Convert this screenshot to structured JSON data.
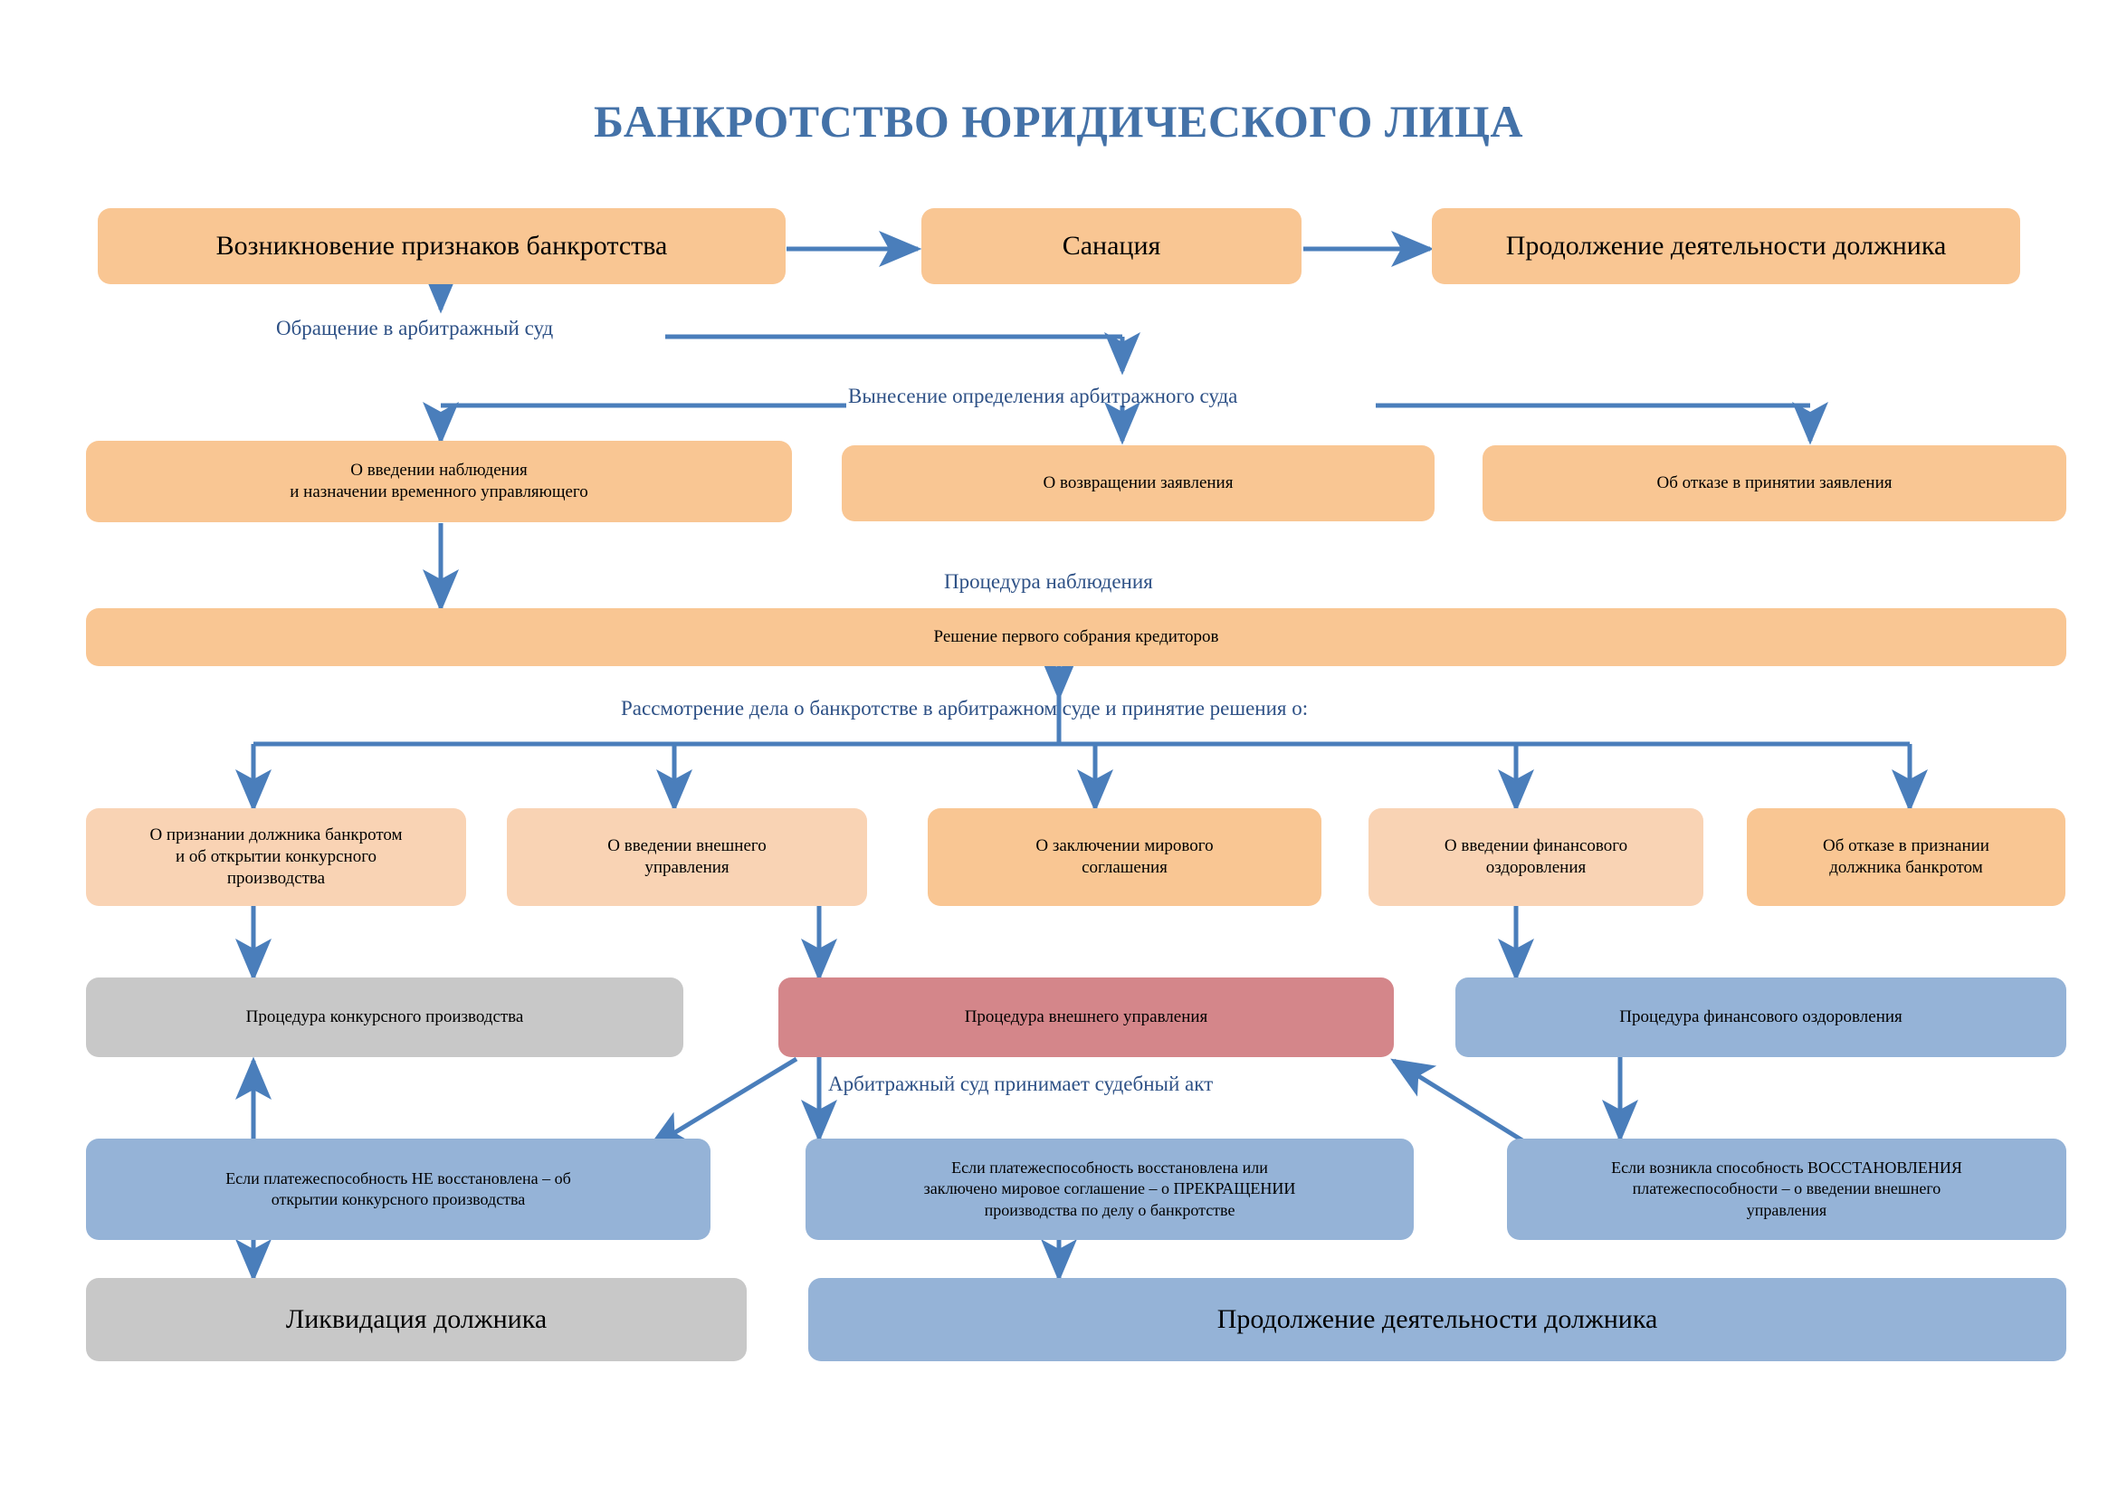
{
  "page": {
    "title": "БАНКРОТСТВО ЮРИДИЧЕСКОГО ЛИЦА",
    "language": "ru",
    "background": "#ffffff"
  },
  "colors": {
    "title_blue": "#4472A8",
    "label_blue": "#2E5186",
    "arrow_blue": "#4A7EBB",
    "orange": "#F9C693",
    "peach": "#F9D3B4",
    "gray": "#C8C8C8",
    "rose": "#D4868A",
    "blue": "#95B3D7"
  },
  "row_top": {
    "signs_box": "Возникновение признаков банкротства",
    "sanation_box": "Санация",
    "continue_box": "Продолжение деятельности должника"
  },
  "labels": {
    "court_appeal": "Обращение в арбитражный суд",
    "court_ruling": "Вынесение определения арбитражного суда",
    "observation_procedure": "Процедура наблюдения",
    "case_review": "Рассмотрение дела о банкротстве в арбитражном суде и принятие решения о:",
    "court_act": "Арбитражный суд принимает судебный акт"
  },
  "row_ruling": [
    {
      "name": "observation-appointment",
      "text": "О введении наблюдения\nи назначении временного управляющего",
      "color": "orange"
    },
    {
      "name": "return-application",
      "text": "О возвращении заявления",
      "color": "orange"
    },
    {
      "name": "refuse-acceptance",
      "text": "Об отказе в принятии заявления",
      "color": "orange"
    }
  ],
  "creditors_box": "Решение первого собрания кредиторов",
  "row_decisions": [
    {
      "name": "bankrupt-and-receivership",
      "text": "О признании должника банкротом\nи об открытии конкурсного\nпроизводства",
      "color": "peach"
    },
    {
      "name": "external-management",
      "text": "О введении внешнего\nуправления",
      "color": "peach"
    },
    {
      "name": "amicable-agreement",
      "text": "О заключении мирового\nсоглашения",
      "color": "orange"
    },
    {
      "name": "financial-rehabilitation",
      "text": "О введении финансового\nоздоровления",
      "color": "peach"
    },
    {
      "name": "refuse-bankruptcy",
      "text": "Об отказе в признании\nдолжника банкротом",
      "color": "orange"
    }
  ],
  "row_procedures": [
    {
      "name": "receivership-procedure",
      "text": "Процедура конкурсного производства",
      "color": "gray"
    },
    {
      "name": "external-management-procedure",
      "text": "Процедура внешнего управления",
      "color": "rose"
    },
    {
      "name": "financial-rehabilitation-procedure",
      "text": "Процедура финансового оздоровления",
      "color": "blue"
    }
  ],
  "row_conditions": [
    {
      "name": "solvency-not-restored",
      "text": "Если платежеспособность НЕ восстановлена – об\nоткрытии конкурсного производства",
      "color": "blue"
    },
    {
      "name": "solvency-restored",
      "text": "Если платежеспособность восстановлена или\nзаключено мировое соглашение – о ПРЕКРАЩЕНИИ\nпроизводства по делу о банкротстве",
      "color": "blue"
    },
    {
      "name": "restoration-possible",
      "text": "Если возникла способность ВОССТАНОВЛЕНИЯ\nплатежеспособности – о введении внешнего\nуправления",
      "color": "blue"
    }
  ],
  "row_bottom": {
    "liquidation_box": "Ликвидация должника",
    "continue_box": "Продолжение деятельности должника"
  }
}
